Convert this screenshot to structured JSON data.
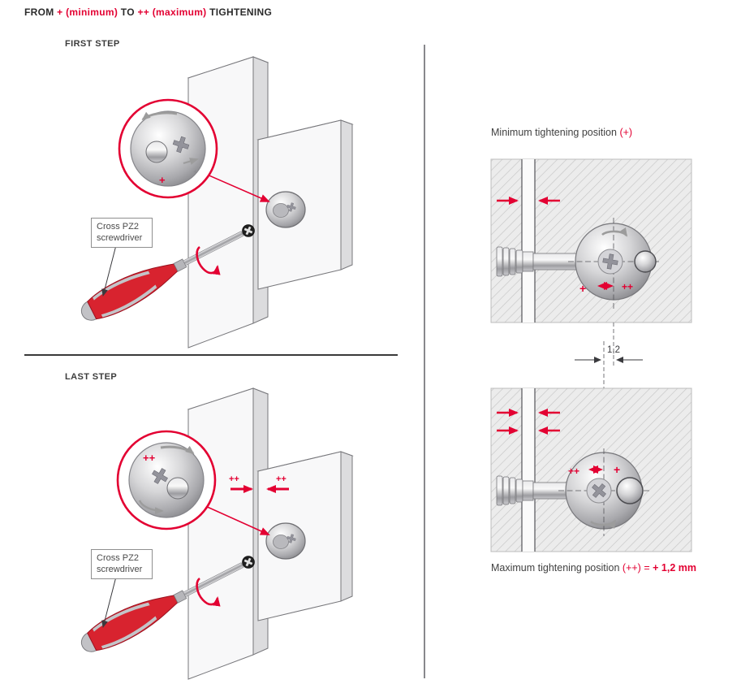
{
  "colors": {
    "accent_red": "#e30032",
    "text_dark": "#2b2b2b",
    "line_gray": "#88888c",
    "metal_gray": "#a8a8ac"
  },
  "header": {
    "from": "FROM",
    "plus": "+",
    "minimum": "(minimum)",
    "to": "TO",
    "plusplus": "++",
    "maximum": "(maximum)",
    "tightening": "TIGHTENING"
  },
  "steps": {
    "first": "FIRST STEP",
    "last": "LAST STEP"
  },
  "tool_label": {
    "line1": "Cross PZ2",
    "line2": "screwdriver"
  },
  "annotations": {
    "plus": "+",
    "plusplus": "++"
  },
  "right_panel": {
    "min_text": "Minimum tightening position",
    "min_symbol": "(+)",
    "dimension": "1,2",
    "max_text": "Maximum tightening position",
    "max_symbol": "(++)",
    "equals": "=",
    "max_value": "+ 1,2 mm"
  }
}
